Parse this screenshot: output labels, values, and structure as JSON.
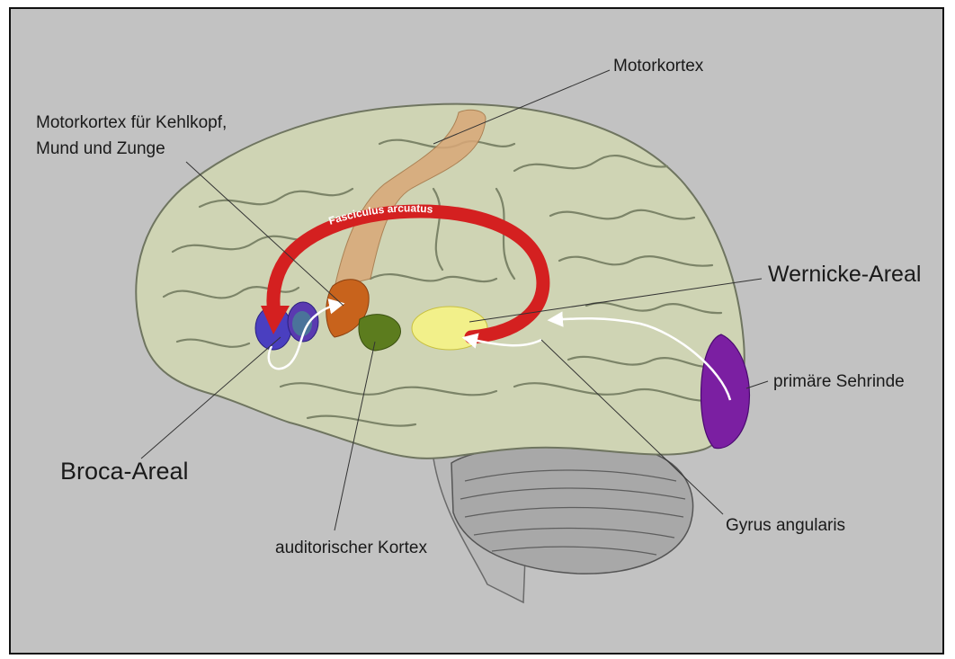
{
  "labels": {
    "motor_cortex": "Motorkortex",
    "motor_cortex_speech_line1": "Motorkortex für Kehlkopf,",
    "motor_cortex_speech_line2": "Mund und Zunge",
    "fasciculus": "Fasciculus arcuatus",
    "wernicke": "Wernicke-Areal",
    "visual_cortex": "primäre Sehrinde",
    "broca": "Broca-Areal",
    "auditory_cortex": "auditorischer Kortex",
    "angular_gyrus": "Gyrus angularis"
  },
  "colors": {
    "background": "#c2c2c2",
    "cortex": "#cfd4b4",
    "cerebellum": "#a8a8a8",
    "motor_cortex": "#d9a878",
    "speech_motor": "#c8631c",
    "broca": "#5a3ab0",
    "auditory": "#5c7c1e",
    "wernicke": "#f2f08a",
    "visual_cortex": "#7b1fa2",
    "fasciculus": "#d42020"
  }
}
